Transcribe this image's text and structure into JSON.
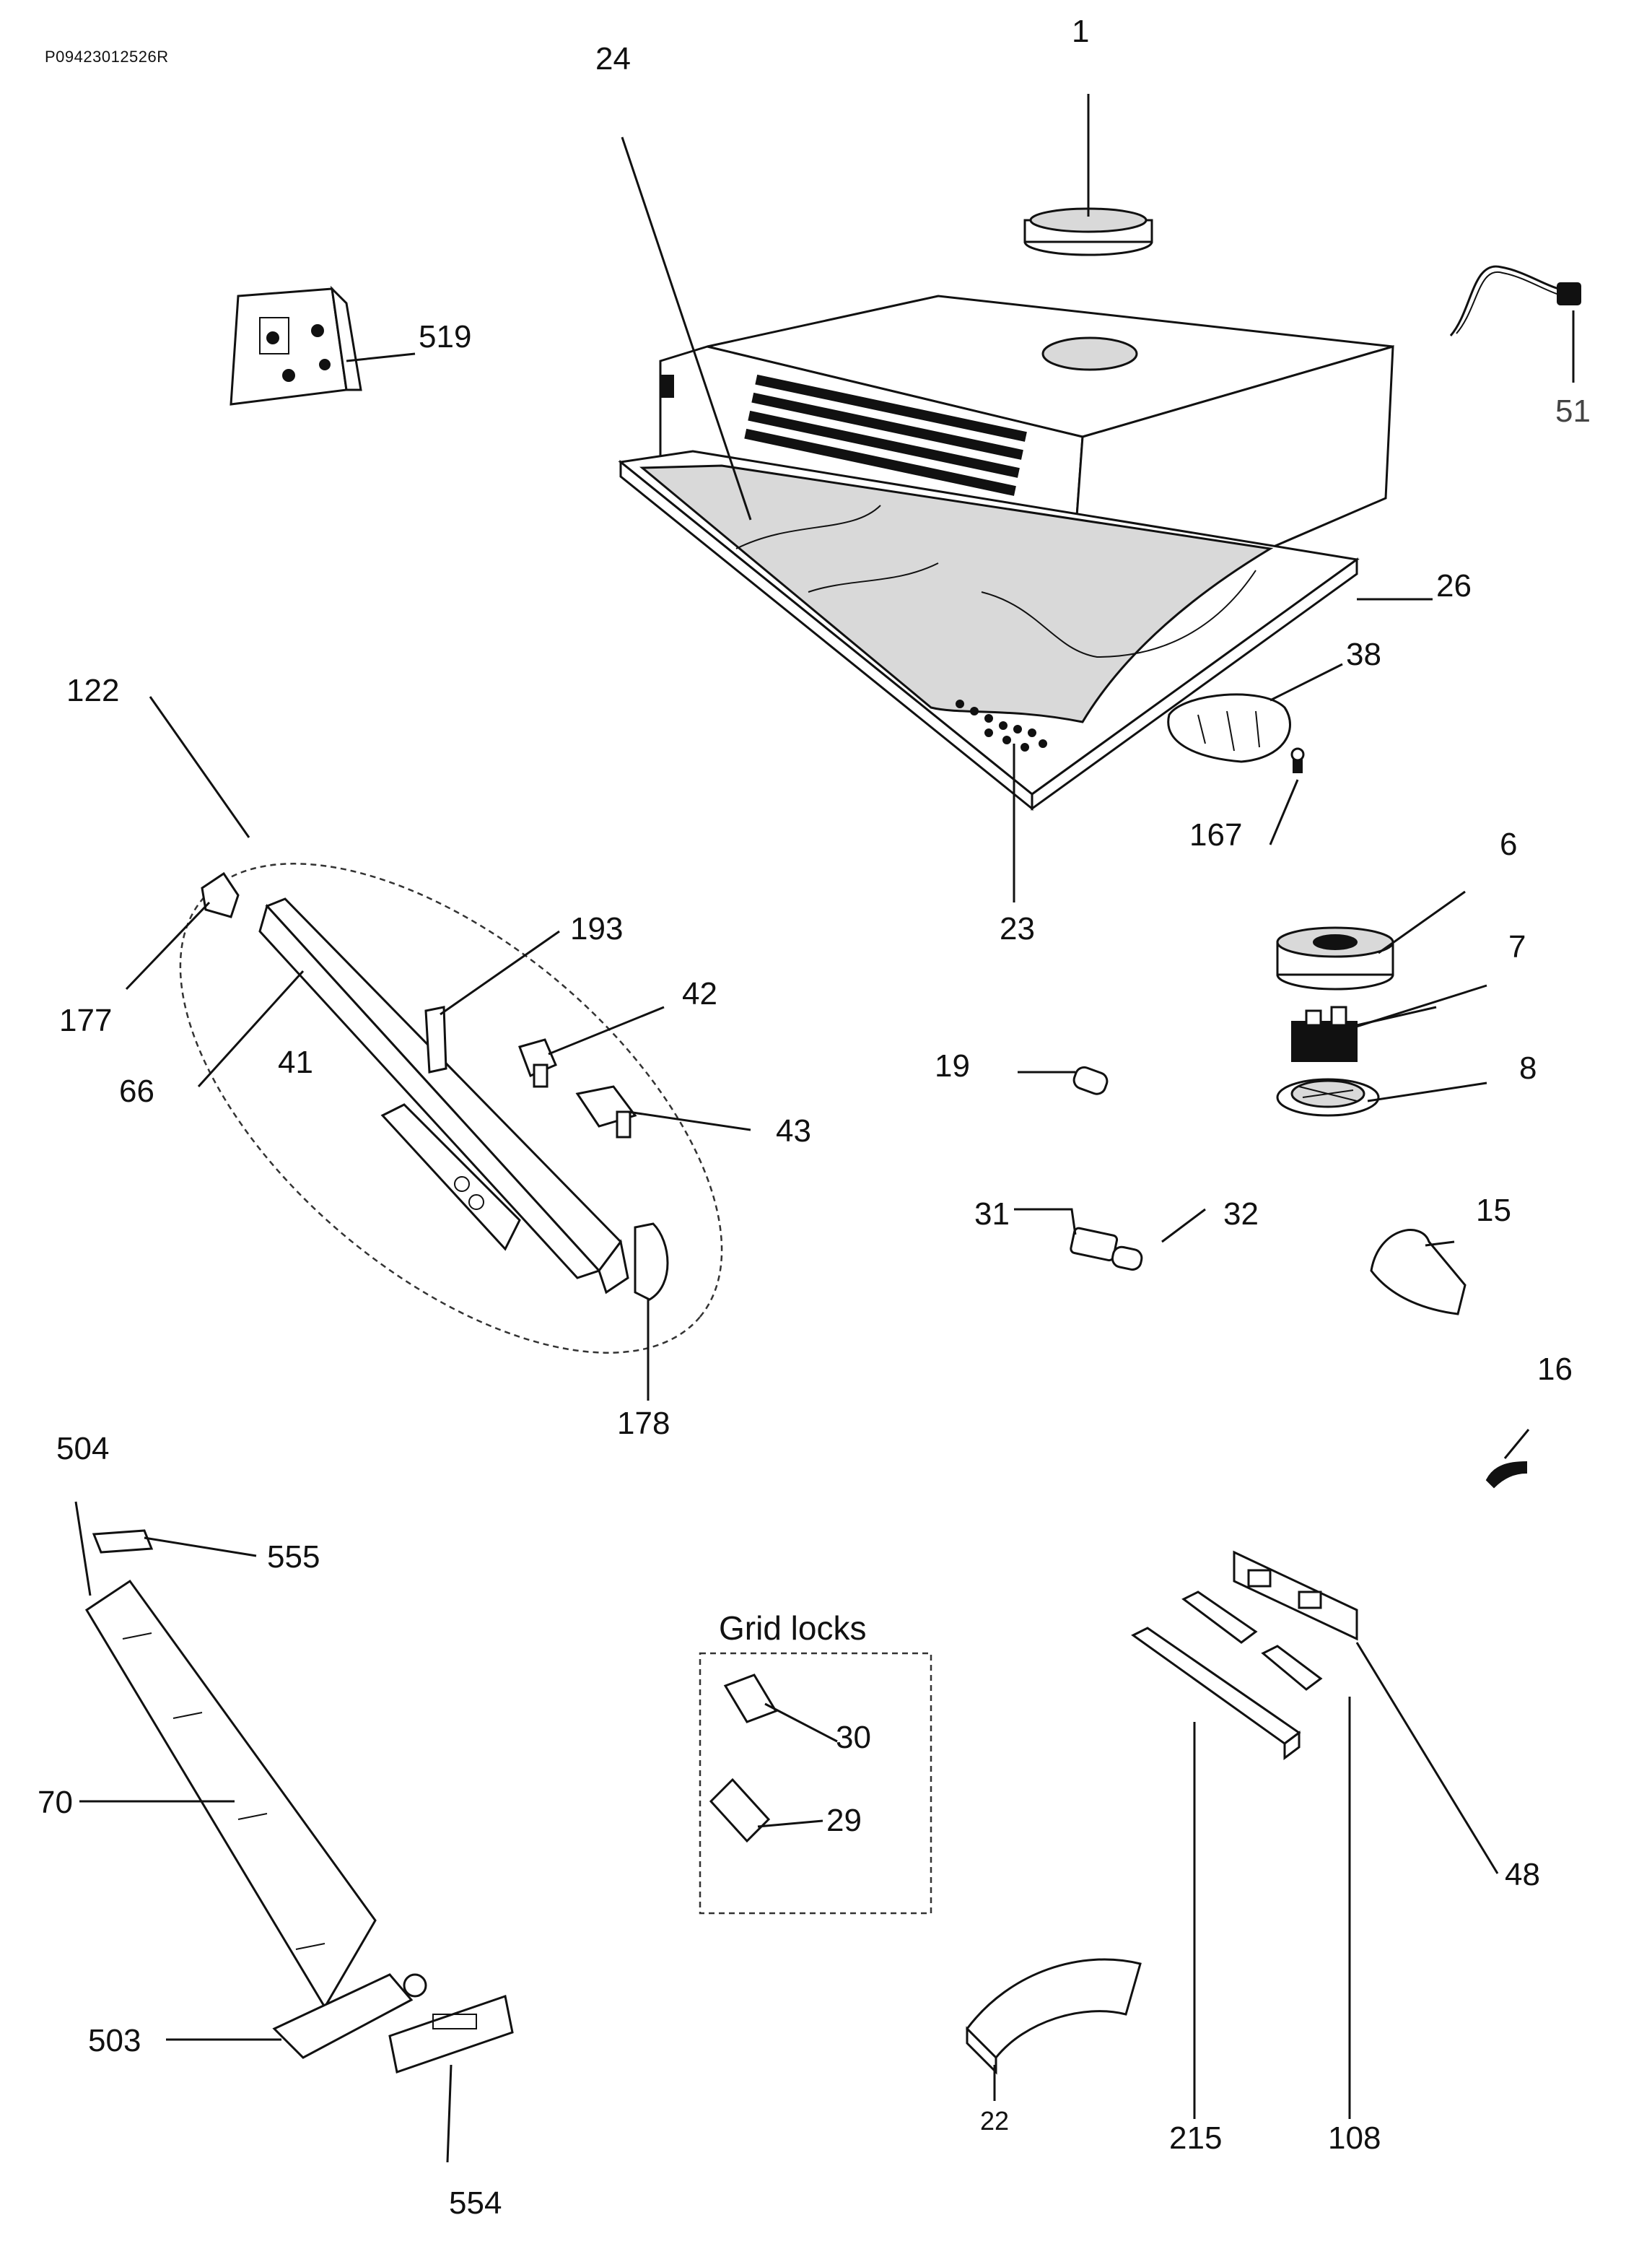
{
  "document_id": "P09423012526R",
  "group_label": "Grid locks",
  "callouts": {
    "p1": "1",
    "p24": "24",
    "p519": "519",
    "p51": "51",
    "p26": "26",
    "p38": "38",
    "p167": "167",
    "p122": "122",
    "p6": "6",
    "p193": "193",
    "p23": "23",
    "p7": "7",
    "p42": "42",
    "p177": "177",
    "p41": "41",
    "p66": "66",
    "p19": "19",
    "p8": "8",
    "p43": "43",
    "p31": "31",
    "p32": "32",
    "p15": "15",
    "p178": "178",
    "p16": "16",
    "p504": "504",
    "p555": "555",
    "p30": "30",
    "p29": "29",
    "p70": "70",
    "p48": "48",
    "p503": "503",
    "p22": "22",
    "p215": "215",
    "p108": "108",
    "p554": "554"
  }
}
